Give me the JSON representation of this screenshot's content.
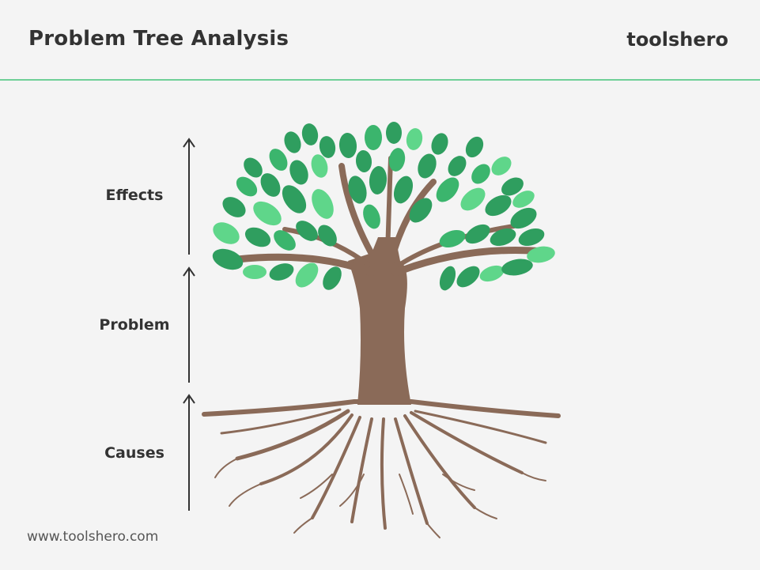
{
  "header": {
    "title": "Problem Tree Analysis",
    "brand": "toolshero"
  },
  "levels": {
    "effects": "Effects",
    "problem": "Problem",
    "causes": "Causes"
  },
  "footer": {
    "url": "www.toolshero.com"
  },
  "colors": {
    "accent_line": "#6fcf97",
    "trunk": "#8a6a58",
    "leaf_dark": "#2f9e5f",
    "leaf_mid": "#3bb56d",
    "leaf_light": "#5fd68a",
    "arrow": "#333333"
  }
}
